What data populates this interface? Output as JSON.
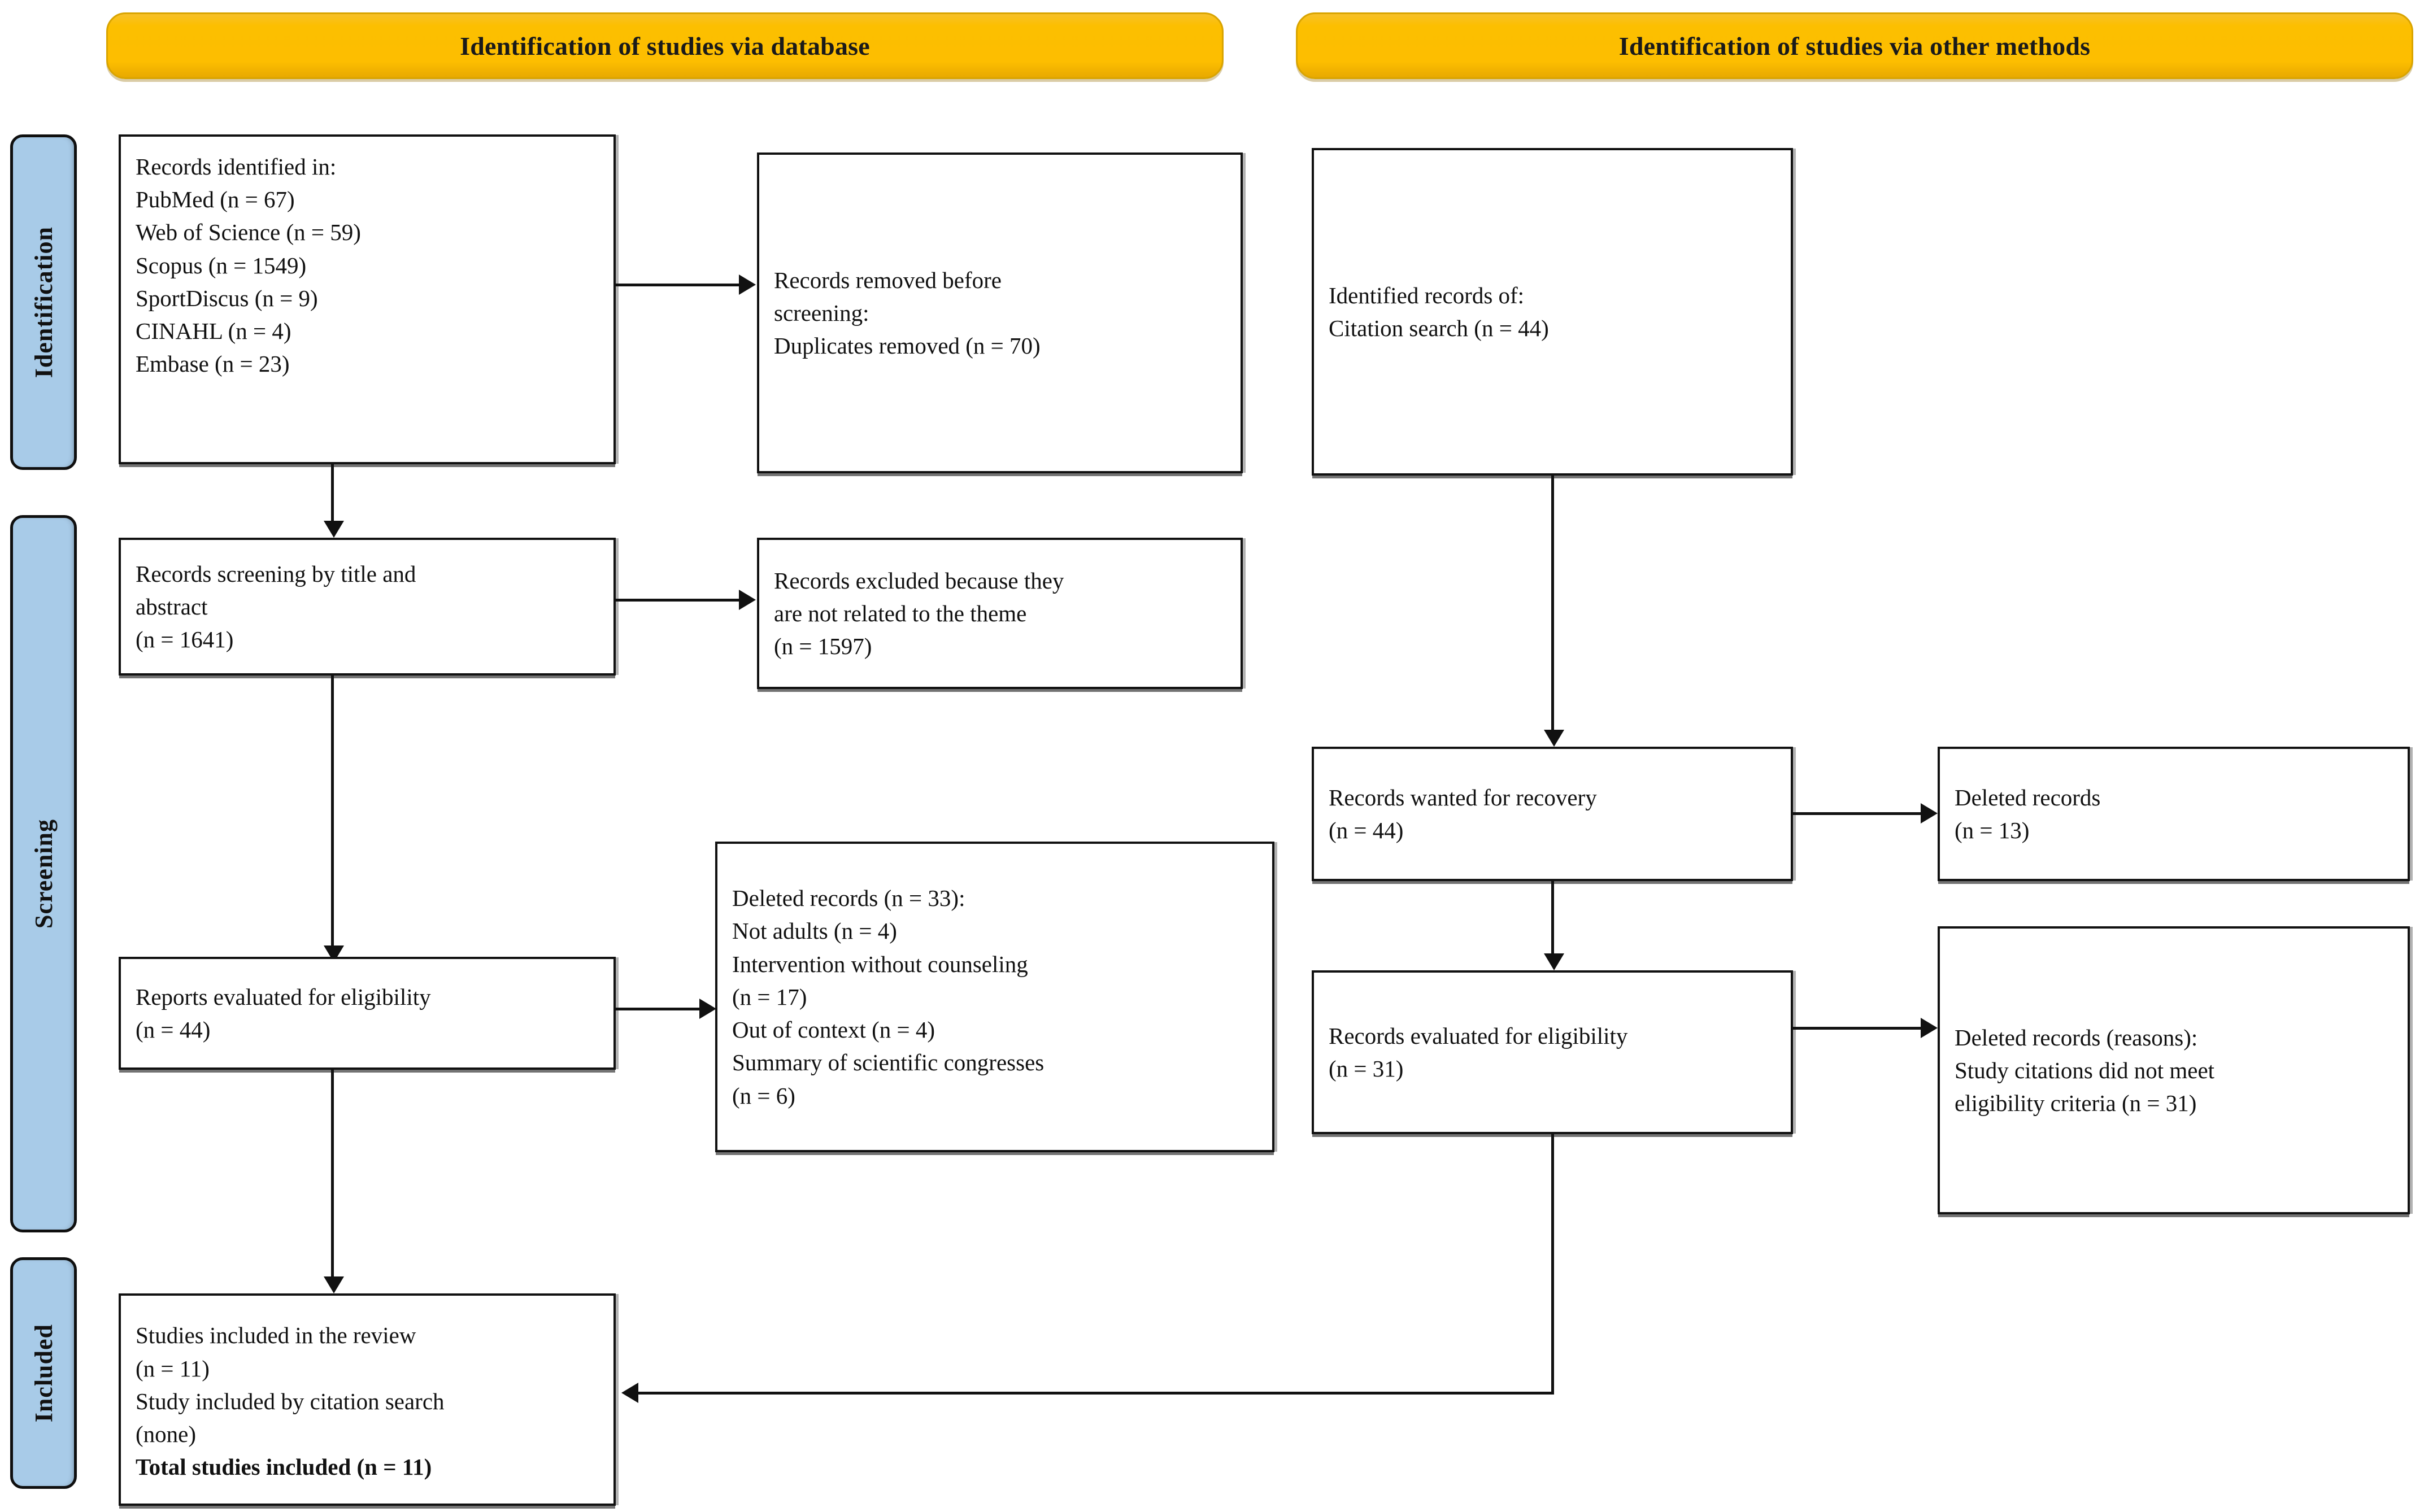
{
  "diagram": {
    "type": "prisma-flow-diagram",
    "title": "PRISMA flow diagram",
    "colors": {
      "banner": "#FCBF00",
      "stage_label": "#A8CBE8",
      "box_border": "#111111",
      "connector": "#111111",
      "box_fill": "#FFFFFF"
    }
  },
  "banners": [
    {
      "id": "database",
      "label": "Identification of studies via database"
    },
    {
      "id": "other_methods",
      "label": "Identification of studies via other methods"
    }
  ],
  "stages": [
    {
      "id": "identification",
      "label": "Identification"
    },
    {
      "id": "screening",
      "label": "Screening"
    },
    {
      "id": "included",
      "label": "Included"
    }
  ],
  "boxes": {
    "records_identified": {
      "lines": [
        "Records identified in:",
        "PubMed (n = 67)",
        "Web of Science (n = 59)",
        "Scopus (n = 1549)",
        "SportDiscus (n = 9)",
        "CINAHL (n = 4)",
        "Embase (n = 23)"
      ]
    },
    "records_removed": {
      "lines": [
        "Records removed before",
        "screening:",
        "Duplicates removed (n = 70)"
      ]
    },
    "identified_other": {
      "lines": [
        "Identified records of:",
        "Citation search (n = 44)"
      ]
    },
    "records_screening": {
      "lines": [
        "Records screening by title and",
        "abstract",
        "(n = 1641)"
      ]
    },
    "records_excluded": {
      "lines": [
        "Records excluded because they",
        "are not related to the theme",
        "(n = 1597)"
      ]
    },
    "reports_evaluated": {
      "lines": [
        "Reports evaluated for eligibility",
        "(n = 44)"
      ]
    },
    "deleted_records_33": {
      "lines": [
        "Deleted records (n = 33):",
        "Not adults (n = 4)",
        "Intervention without counseling",
        "(n = 17)",
        "Out of context (n = 4)",
        "Summary of scientific congresses",
        " (n = 6)"
      ]
    },
    "records_wanted": {
      "lines": [
        "Records wanted for recovery",
        "(n = 44)"
      ]
    },
    "deleted_records_13": {
      "lines": [
        "Deleted records",
        "(n = 13)"
      ]
    },
    "records_evaluated_31": {
      "lines": [
        "Records evaluated for eligibility",
        "(n = 31)"
      ]
    },
    "deleted_records_reasons": {
      "lines": [
        "Deleted records (reasons):",
        "Study citations did not meet",
        "eligibility criteria (n = 31)"
      ]
    },
    "studies_included": {
      "lines": [
        "Studies included in the review",
        "(n = 11)",
        "Study included by citation search",
        "(none)"
      ],
      "bold_line": "Total studies included (n = 11)"
    }
  },
  "flow_data": {
    "identified_counts": {
      "PubMed": 67,
      "Web of Science": 59,
      "Scopus": 1549,
      "SportDiscus": 9,
      "CINAHL": 4,
      "Embase": 23,
      "Citation search": 44
    },
    "duplicates_removed": 70,
    "records_screened": 1641,
    "records_excluded_not_related": 1597,
    "reports_evaluated_for_eligibility": 44,
    "deleted_records_total": 33,
    "deleted_reasons": {
      "Not adults": 4,
      "Intervention without counseling": 17,
      "Out of context": 4,
      "Summary of scientific congresses": 6
    },
    "records_wanted_for_recovery": 44,
    "records_deleted_other": 13,
    "records_evaluated_other": 31,
    "citations_not_meeting_criteria": 31,
    "studies_included_review": 11,
    "studies_included_citation_search": 0,
    "total_studies_included": 11
  }
}
